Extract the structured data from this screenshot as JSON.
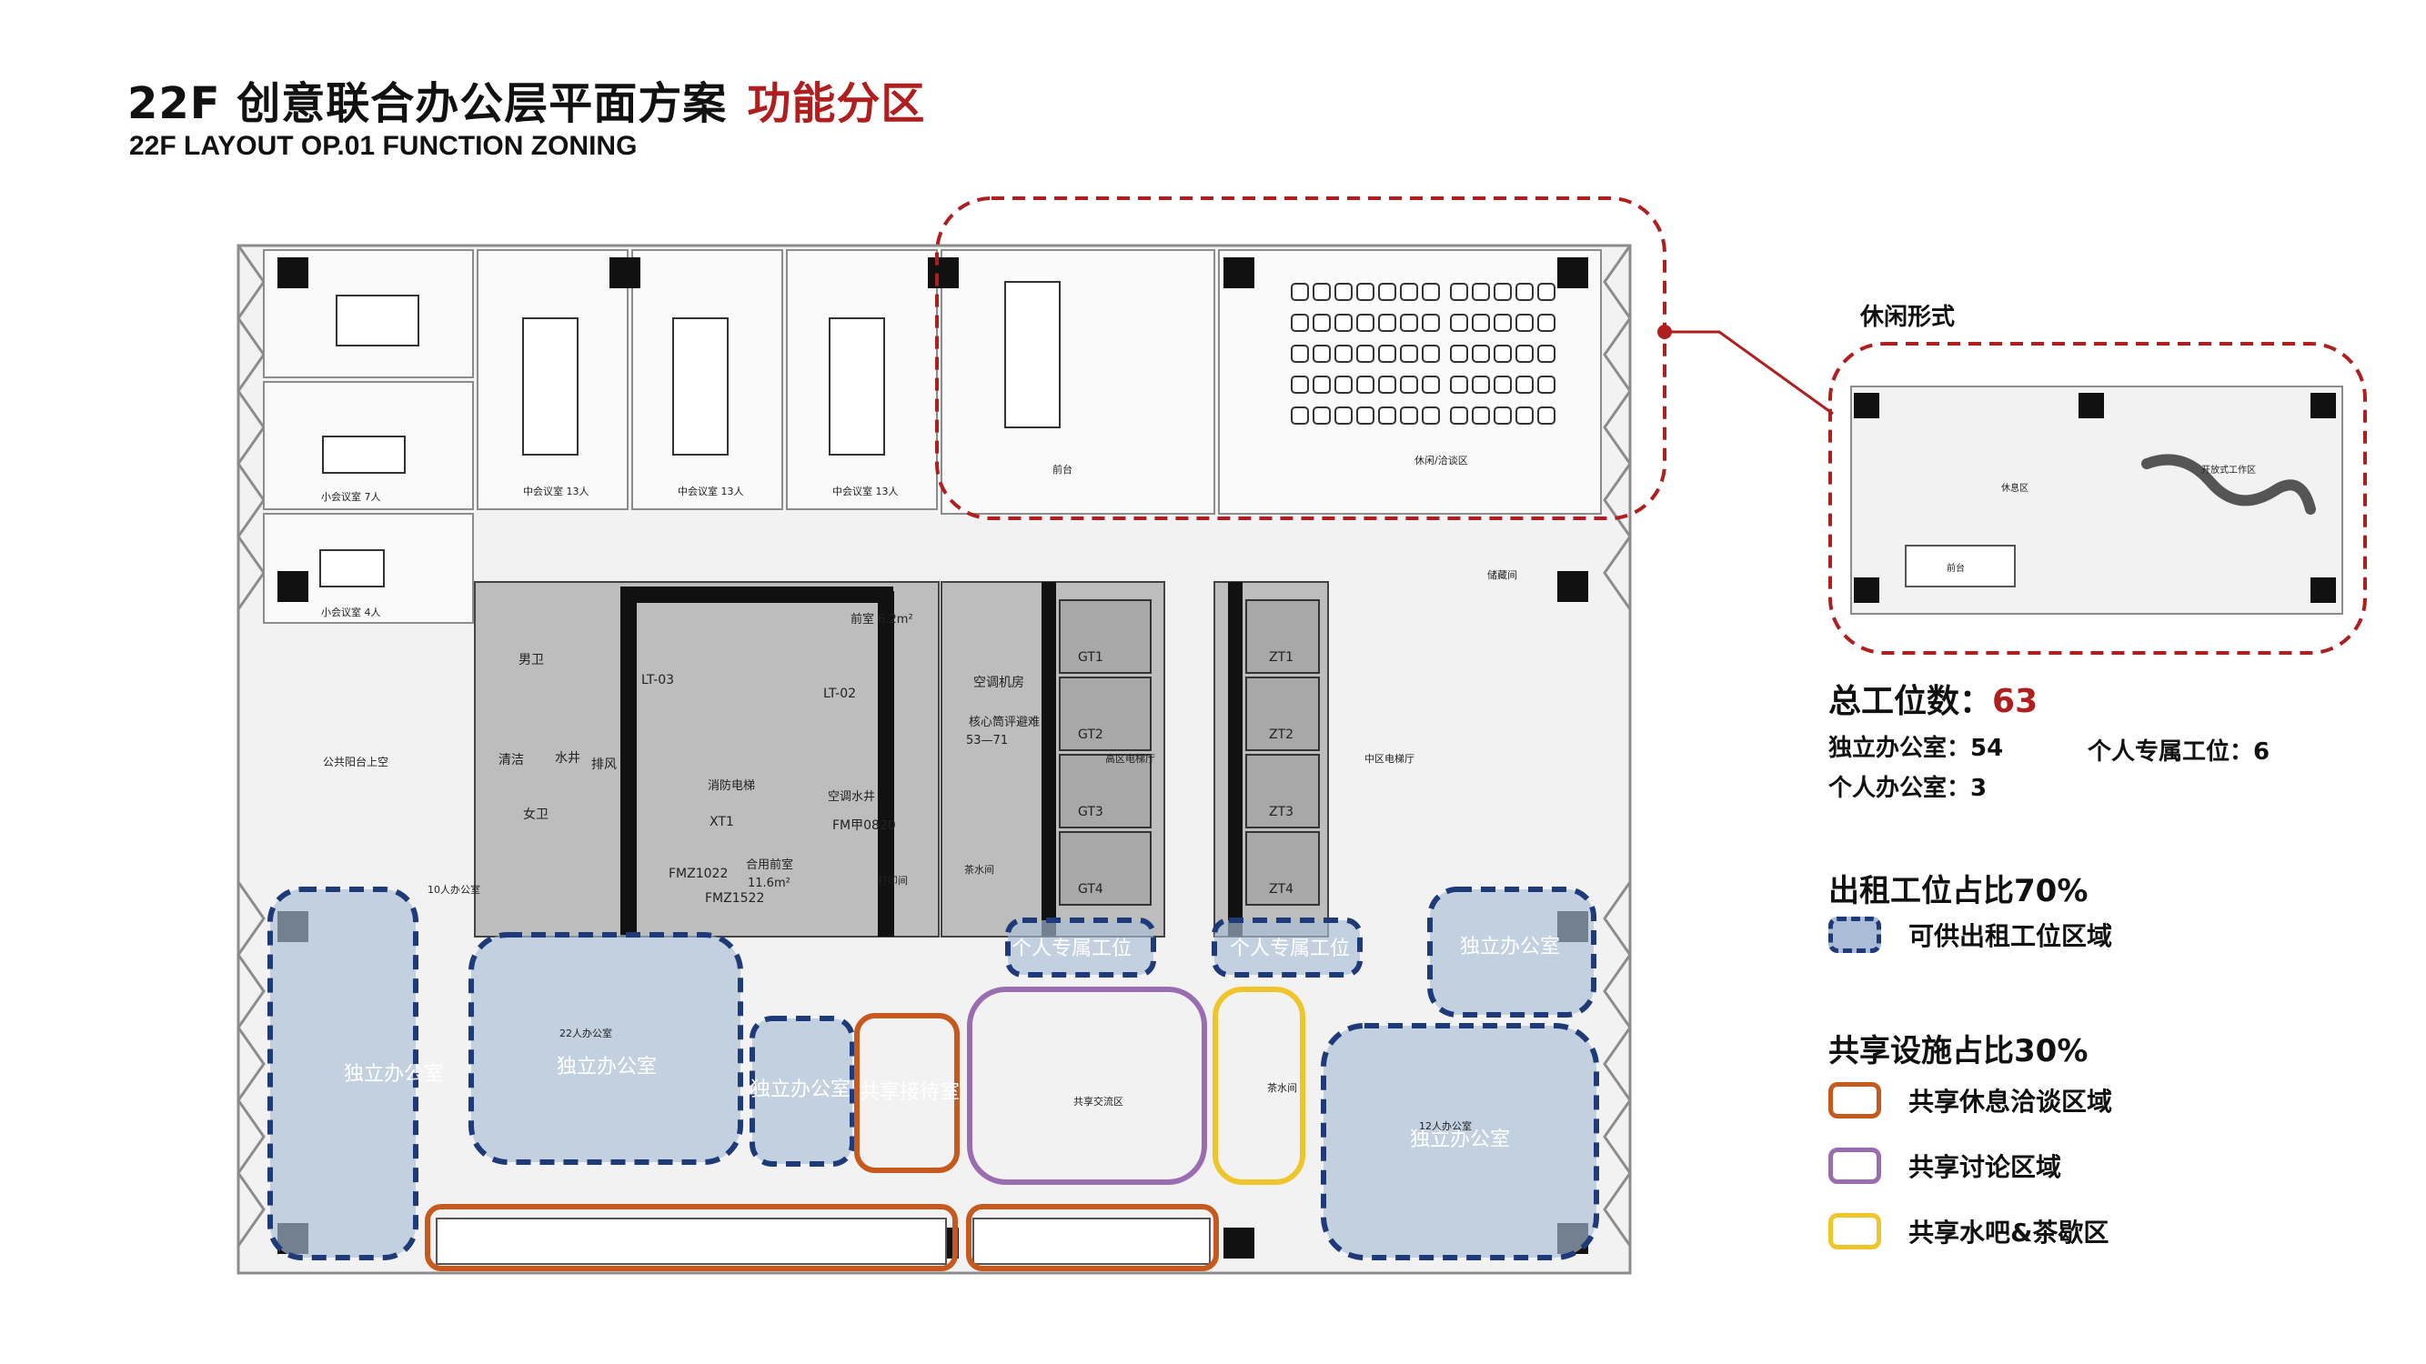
{
  "header": {
    "title_cn": "22F 创意联合办公层平面方案",
    "title_accent": "功能分区",
    "subtitle": "22F LAYOUT OP.01 FUNCTION ZONING"
  },
  "inset": {
    "label": "休闲形式",
    "room_labels": [
      "休息区",
      "开放式工作区",
      "前台"
    ]
  },
  "stats": {
    "total_label": "总工位数：",
    "total_value": "63",
    "independent_office": "独立办公室：54",
    "personal_desk": "个人专属工位：6",
    "personal_office": "个人办公室：3"
  },
  "rental": {
    "heading": "出租工位占比70%",
    "legend_text": "可供出租工位区域",
    "color": "#a9bdd6",
    "border": "#1f3a78"
  },
  "shared": {
    "heading": "共享设施占比30%",
    "items": [
      {
        "text": "共享休息洽谈区域",
        "color": "#c65a1e"
      },
      {
        "text": "共享讨论区域",
        "color": "#9a6cb0"
      },
      {
        "text": "共享水吧&茶歇区",
        "color": "#f0c52a"
      }
    ]
  },
  "accent_color": "#b01f1f",
  "plan_labels": {
    "zone_independent_office": "独立办公室",
    "zone_personal_desk": "个人专属工位",
    "zone_reception": "共享接待室",
    "meeting_small_7": "小会议室 7人",
    "meeting_small_4": "小会议室 4人",
    "meeting_mid_13": "中会议室 13人",
    "public_terrace": "公共阳台上空",
    "men_wc": "男卫",
    "women_wc": "女卫",
    "cleaning": "清洁",
    "water_shaft": "水井",
    "exhaust": "排风",
    "lt03": "LT-03",
    "lt02": "LT-02",
    "aircon_room": "空调机房",
    "core_evac": "核心筒评避难",
    "core_evac_num": "53—71",
    "fire_elevator": "消防电梯",
    "xt1": "XT1",
    "fm": "FM甲0820",
    "aircon_shaft": "空调水井",
    "fmz1": "FMZ1022",
    "fmz2": "FMZ1522",
    "combined_room": "合用前室",
    "combined_area": "11.6m²",
    "front_room_area": "前室 6.2m²",
    "elev_low_hall": "高区电梯厅",
    "elev_mid_hall": "中区电梯厅",
    "gt1": "GT1",
    "gt2": "GT2",
    "gt3": "GT3",
    "gt4": "GT4",
    "zt1": "ZT1",
    "zt2": "ZT2",
    "zt3": "ZT3",
    "zt4": "ZT4",
    "tea_room": "茶水间",
    "people_10": "10人办公室",
    "people_22": "22人办公室",
    "people_12": "12人办公室",
    "shared_lounge": "共享交流区",
    "tea_bar": "茶水间",
    "front_desk": "前台",
    "lounge_area": "休闲/洽谈区",
    "storage": "储藏间",
    "printer": "打印间"
  }
}
